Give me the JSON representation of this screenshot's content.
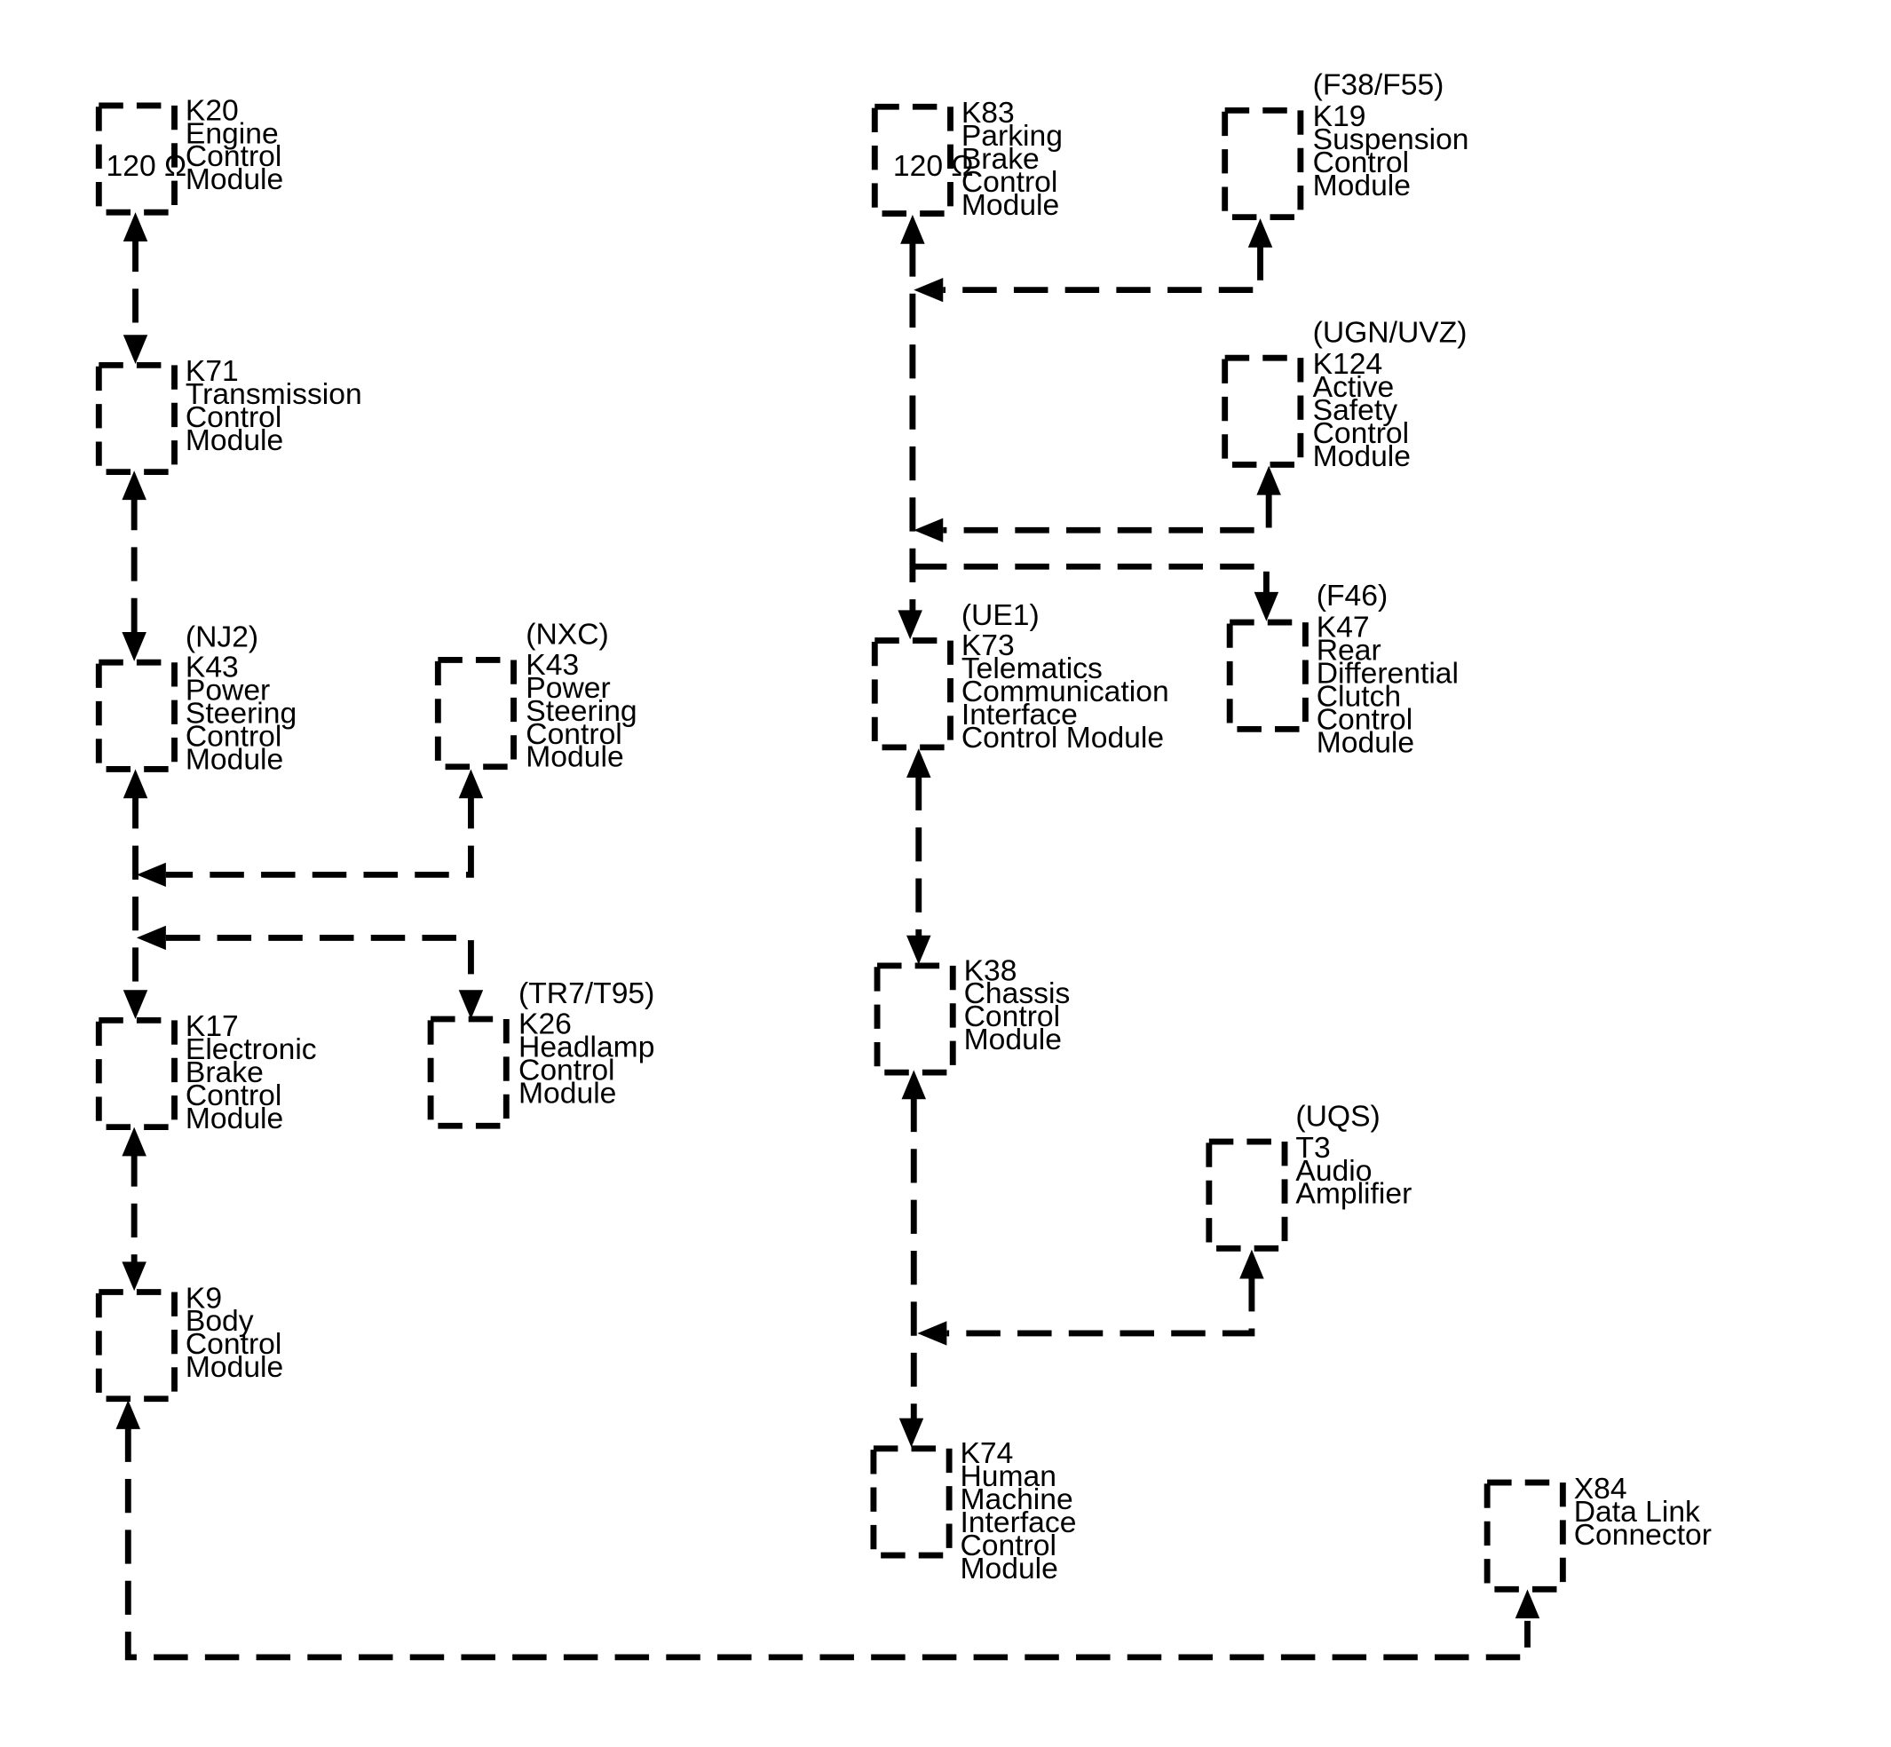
{
  "modules": {
    "k20": {
      "id": "K20",
      "name": [
        "Engine",
        "Control",
        "Module"
      ],
      "option": "",
      "term": "120 Ω"
    },
    "k71": {
      "id": "K71",
      "name": [
        "Transmission",
        "Control",
        "Module"
      ],
      "option": ""
    },
    "k43a": {
      "id": "K43",
      "name": [
        "Power",
        "Steering",
        "Control",
        "Module"
      ],
      "option": "(NJ2)"
    },
    "k43b": {
      "id": "K43",
      "name": [
        "Power",
        "Steering",
        "Control",
        "Module"
      ],
      "option": "(NXC)"
    },
    "k17": {
      "id": "K17",
      "name": [
        "Electronic",
        "Brake",
        "Control",
        "Module"
      ],
      "option": ""
    },
    "k26": {
      "id": "K26",
      "name": [
        "Headlamp",
        "Control",
        "Module"
      ],
      "option": "(TR7/T95)"
    },
    "k9": {
      "id": "K9",
      "name": [
        "Body",
        "Control",
        "Module"
      ],
      "option": ""
    },
    "k83": {
      "id": "K83",
      "name": [
        "Parking",
        "Brake",
        "Control",
        "Module"
      ],
      "option": "",
      "term": "120 Ω"
    },
    "k19": {
      "id": "K19",
      "name": [
        "Suspension",
        "Control",
        "Module"
      ],
      "option": "(F38/F55)"
    },
    "k124": {
      "id": "K124",
      "name": [
        "Active",
        "Safety",
        "Control",
        "Module"
      ],
      "option": "(UGN/UVZ)"
    },
    "k73": {
      "id": "K73",
      "name": [
        "Telematics",
        "Communication",
        "Interface",
        "Control Module"
      ],
      "option": "(UE1)"
    },
    "k47": {
      "id": "K47",
      "name": [
        "Rear",
        "Differential",
        "Clutch",
        "Control",
        "Module"
      ],
      "option": "(F46)"
    },
    "k38": {
      "id": "K38",
      "name": [
        "Chassis",
        "Control",
        "Module"
      ],
      "option": ""
    },
    "t3": {
      "id": "T3",
      "name": [
        "Audio",
        "Amplifier"
      ],
      "option": "(UQS)"
    },
    "k74": {
      "id": "K74",
      "name": [
        "Human",
        "Machine",
        "Interface",
        "Control",
        "Module"
      ],
      "option": ""
    },
    "x84": {
      "id": "X84",
      "name": [
        "Data Link",
        "Connector"
      ],
      "option": ""
    }
  }
}
